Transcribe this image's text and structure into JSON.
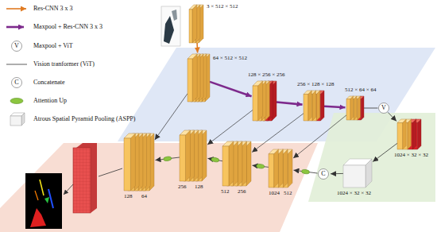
{
  "diagram": {
    "nodes": [
      {
        "text": [
          "3 × 512 × 512"
        ]
      },
      {
        "text": [
          "64 × 512 × 512"
        ]
      },
      {
        "text": [
          "128 × 256 × 256"
        ]
      },
      {
        "text": [
          "256 × 128 × 128"
        ]
      },
      {
        "text": [
          "512 × 64 × 64"
        ]
      },
      {
        "text": [
          "V"
        ]
      },
      {
        "text": [
          "1024 × 32 × 32"
        ]
      },
      {
        "text": [
          "1024 × 32 × 32"
        ]
      },
      {
        "text": [
          "C"
        ]
      },
      {
        "text": [
          "1024",
          "512"
        ]
      },
      {
        "text": [
          "512",
          "256"
        ]
      },
      {
        "text": [
          "256",
          "128"
        ]
      },
      {
        "text": [
          "128",
          "64"
        ]
      }
    ],
    "edges": [
      {
        "from": 0,
        "to": 1,
        "arrow": "to"
      },
      {
        "from": 1,
        "to": 2,
        "arrow": "to"
      },
      {
        "from": 2,
        "to": 3,
        "arrow": "to"
      },
      {
        "from": 3,
        "to": 4,
        "arrow": "to"
      },
      {
        "from": 4,
        "to": 5,
        "arrow": "none"
      },
      {
        "from": 5,
        "to": 6,
        "arrow": "to"
      },
      {
        "from": 6,
        "to": 7,
        "arrow": "to"
      },
      {
        "from": 7,
        "to": 8,
        "arrow": "to"
      },
      {
        "from": 8,
        "to": 9,
        "arrow": "to"
      },
      {
        "from": 9,
        "to": 10,
        "arrow": "to"
      },
      {
        "from": 10,
        "to": 11,
        "arrow": "to"
      },
      {
        "from": 11,
        "to": 12,
        "arrow": "to"
      },
      {
        "from": 1,
        "to": 12,
        "arrow": "to"
      },
      {
        "from": 2,
        "to": 11,
        "arrow": "to"
      },
      {
        "from": 3,
        "to": 10,
        "arrow": "to"
      },
      {
        "from": 4,
        "to": 9,
        "arrow": "to"
      }
    ],
    "labels": [
      "V",
      "C"
    ],
    "legend": [
      {
        "text": "Res-CNN 3 x 3"
      },
      {
        "text": "Maxpool + Res-CNN 3 x 3"
      },
      {
        "text": "Maxpool + ViT"
      },
      {
        "text": "Vision tranformer (ViT)"
      },
      {
        "text": "Concatenate"
      },
      {
        "text": "Attention Up"
      },
      {
        "text": "Atrous Spatial Pyramid Pooling (ASPP)"
      }
    ]
  }
}
